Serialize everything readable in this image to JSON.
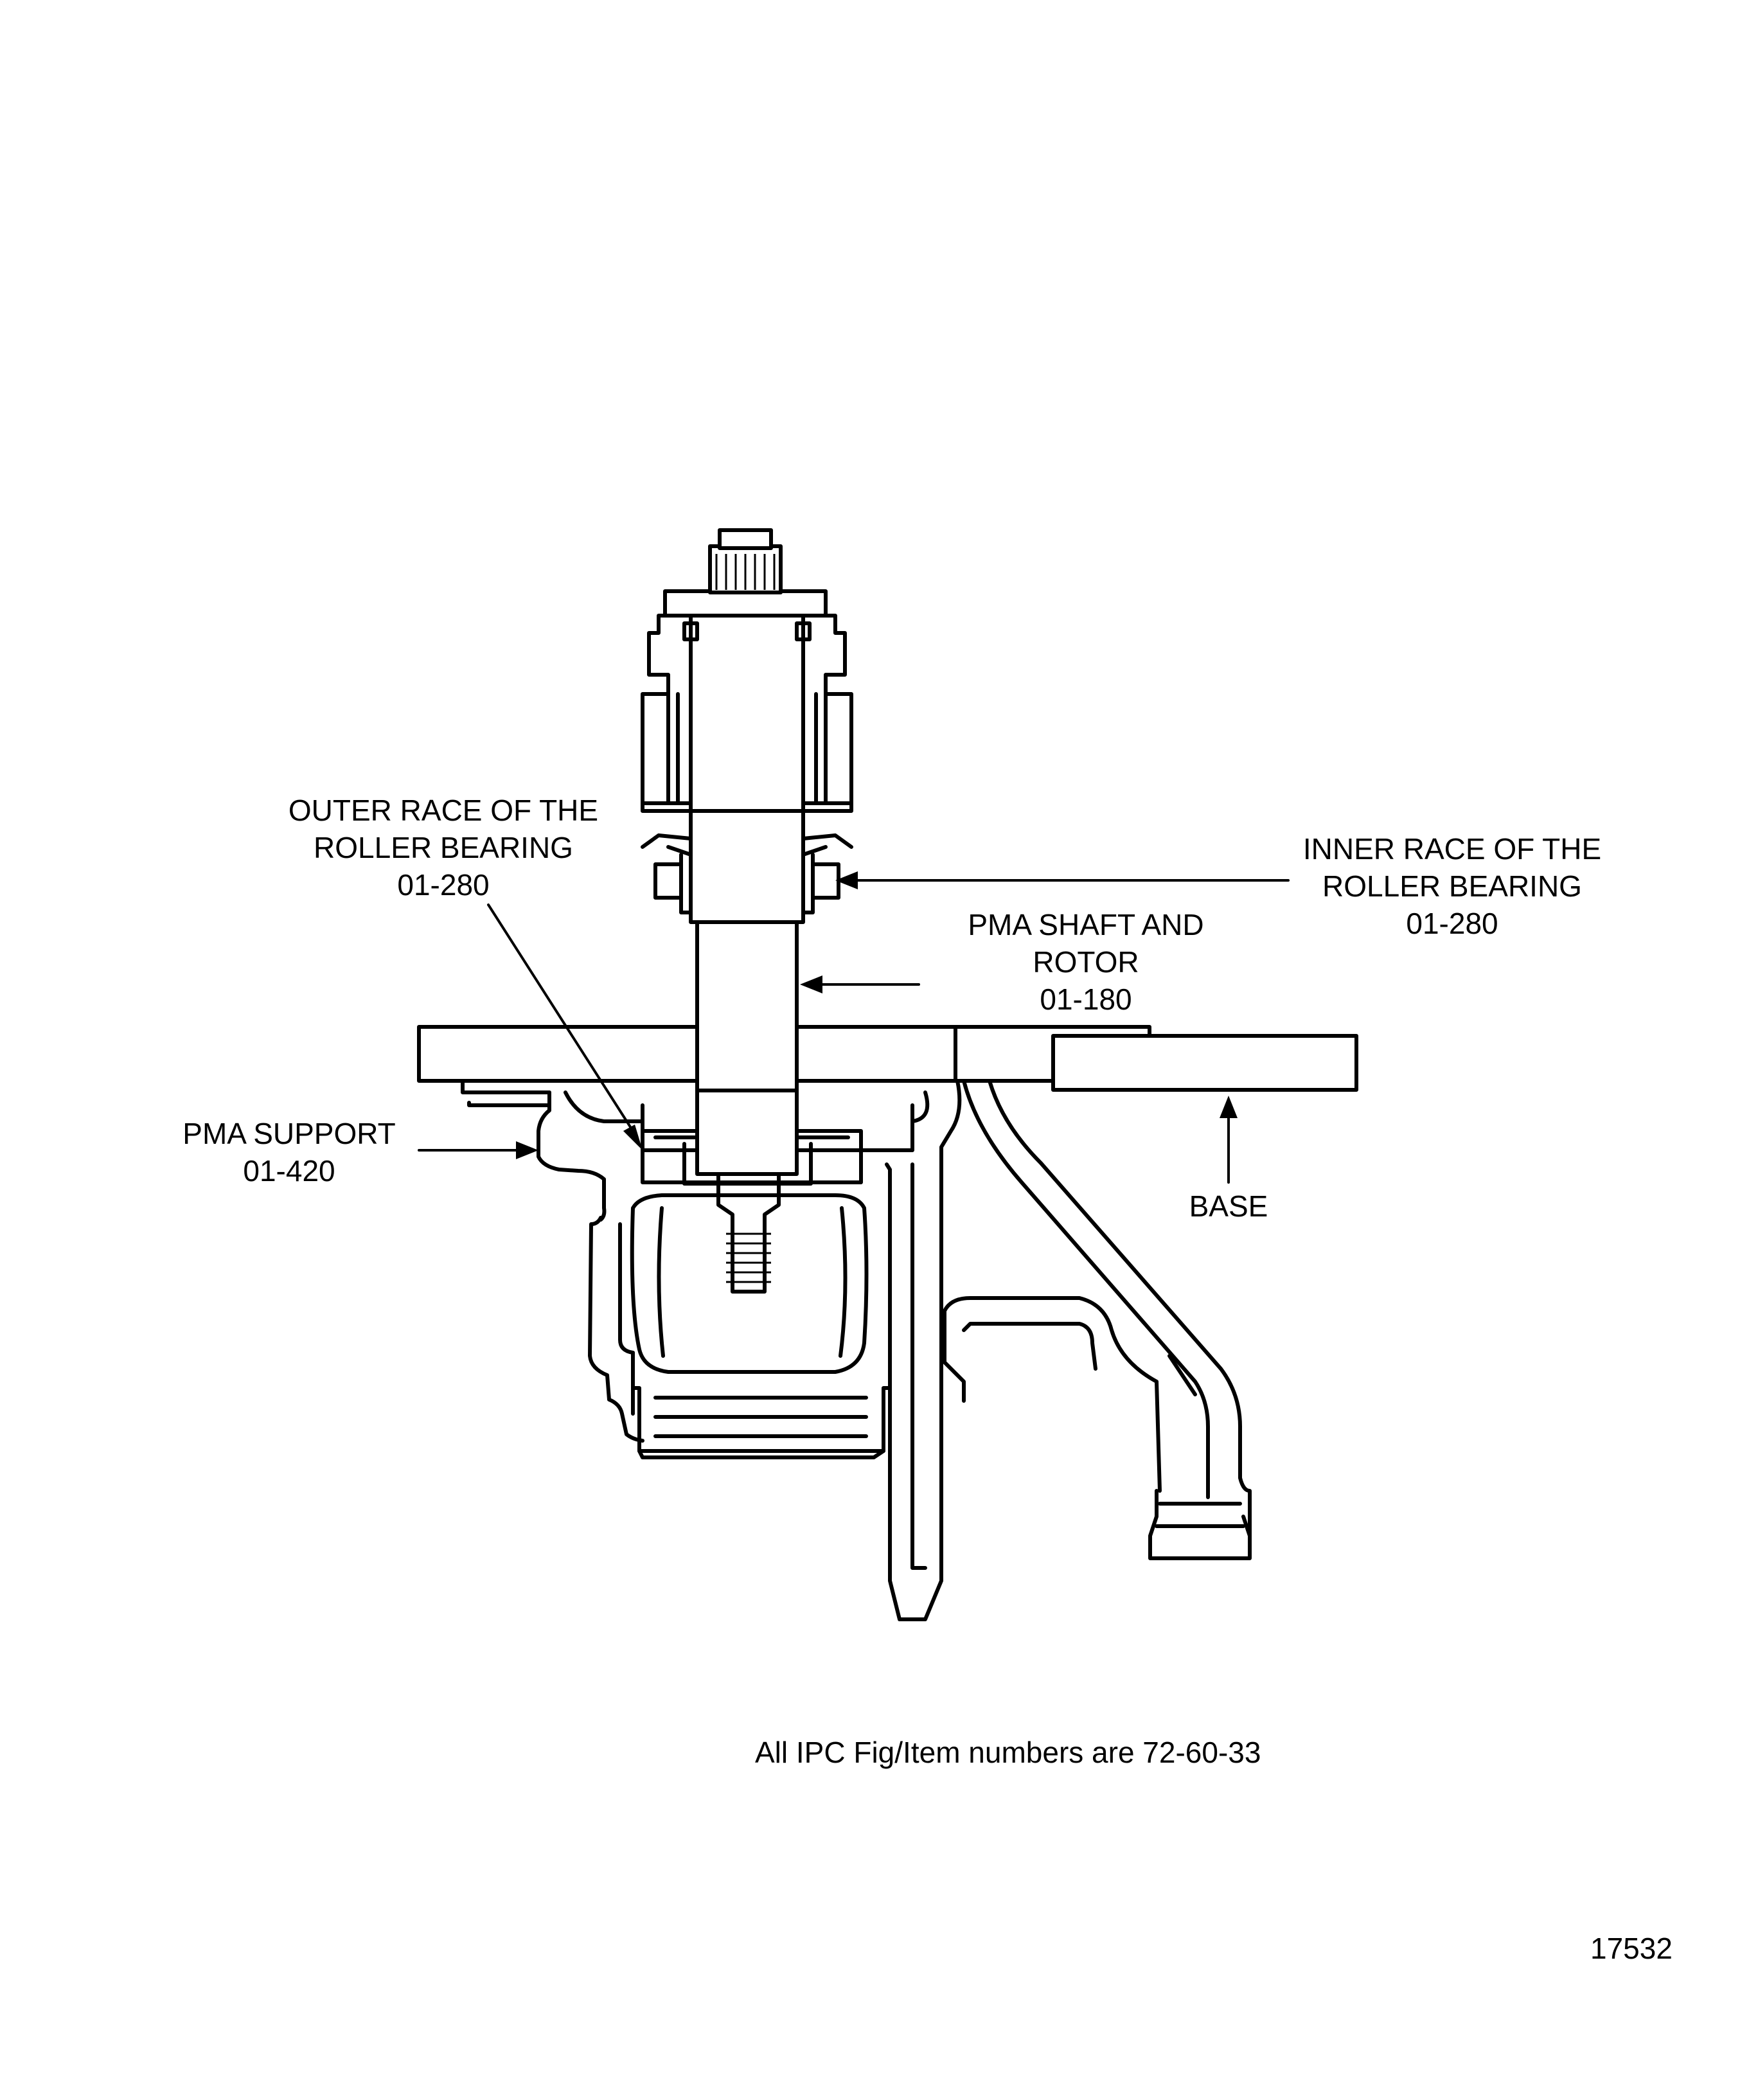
{
  "labels": {
    "outer_race": {
      "line1": "OUTER RACE OF THE",
      "line2": "ROLLER BEARING",
      "line3": "01-280"
    },
    "inner_race": {
      "line1": "INNER RACE OF THE",
      "line2": "ROLLER BEARING",
      "line3": "01-280"
    },
    "pma_shaft": {
      "line1": "PMA SHAFT AND",
      "line2": "ROTOR",
      "line3": "01-180"
    },
    "pma_support": {
      "line1": "PMA SUPPORT",
      "line2": "01-420"
    },
    "base": {
      "line1": "BASE"
    }
  },
  "footnote": "All IPC Fig/Item numbers are 72-60-33",
  "figure_number": "17532"
}
